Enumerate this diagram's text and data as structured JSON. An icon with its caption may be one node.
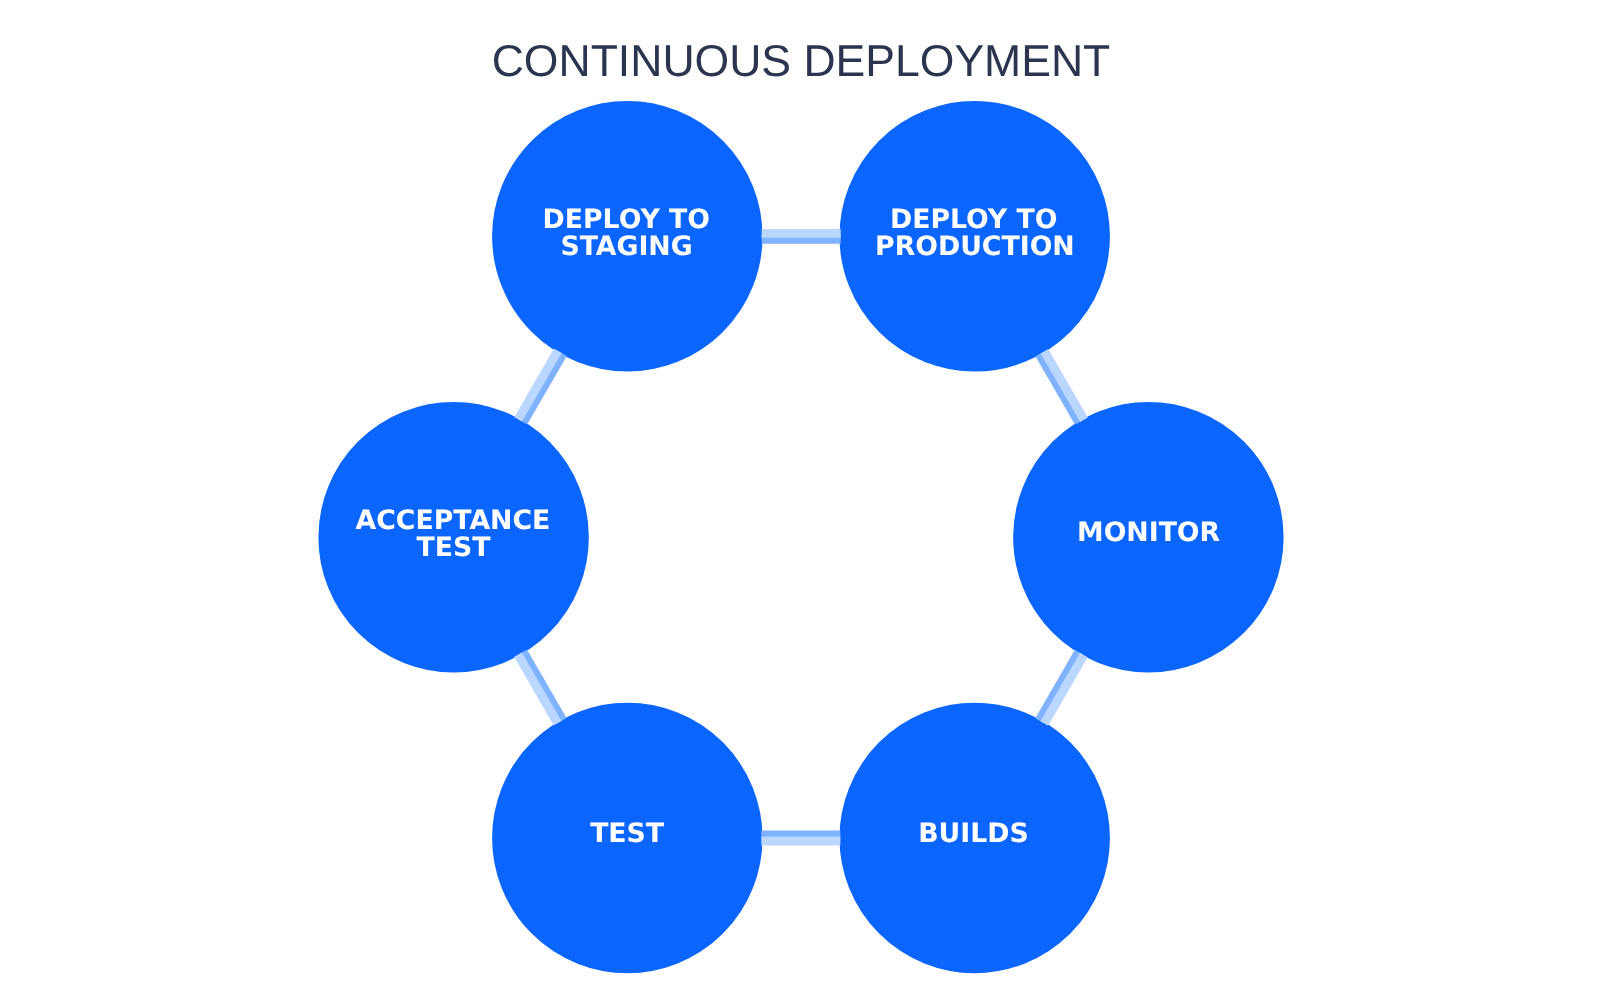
{
  "diagram": {
    "title": "CONTINUOUS DEPLOYMENT",
    "nodes": [
      {
        "text": [
          "BUILDS"
        ]
      },
      {
        "text": [
          "TEST"
        ]
      },
      {
        "text": [
          "ACCEPTANCE TEST"
        ]
      },
      {
        "text": [
          "DEPLOY TO STAGING"
        ]
      },
      {
        "text": [
          "DEPLOY TO PRODUCTION"
        ]
      },
      {
        "text": [
          "MONITOR"
        ]
      }
    ],
    "edges": [
      {
        "from": 0,
        "to": 1,
        "arrow": "none"
      },
      {
        "from": 1,
        "to": 2,
        "arrow": "none"
      },
      {
        "from": 2,
        "to": 3,
        "arrow": "none"
      },
      {
        "from": 3,
        "to": 4,
        "arrow": "none"
      },
      {
        "from": 4,
        "to": 5,
        "arrow": "none"
      },
      {
        "from": 5,
        "to": 0,
        "arrow": "none"
      }
    ]
  }
}
